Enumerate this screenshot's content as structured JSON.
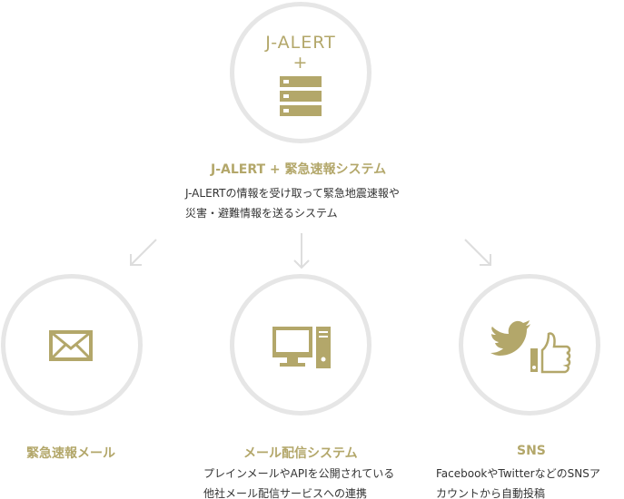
{
  "colors": {
    "accent": "#b3a76a",
    "ring": "#e6e6e6"
  },
  "top": {
    "logo_line1": "J-ALERT",
    "logo_line2": "+",
    "icon": "server-icon",
    "title": "J-ALERT + 緊急速報システム",
    "desc_line1": "J-ALERTの情報を受け取って緊急地震速報や",
    "desc_line2": "災害・避難情報を送るシステム"
  },
  "outputs": [
    {
      "icon": "mail-icon",
      "title": "緊急速報メール"
    },
    {
      "icon": "computer-icon",
      "title": "メール配信システム",
      "desc_line1": "プレインメールやAPIを公開されている",
      "desc_line2": "他社メール配信サービスへの連携"
    },
    {
      "icon": "twitter-like-icon",
      "title": "SNS",
      "desc_line1": "FacebookやTwitterなどのSNSア",
      "desc_line2": "カウントから自動投稿"
    }
  ]
}
